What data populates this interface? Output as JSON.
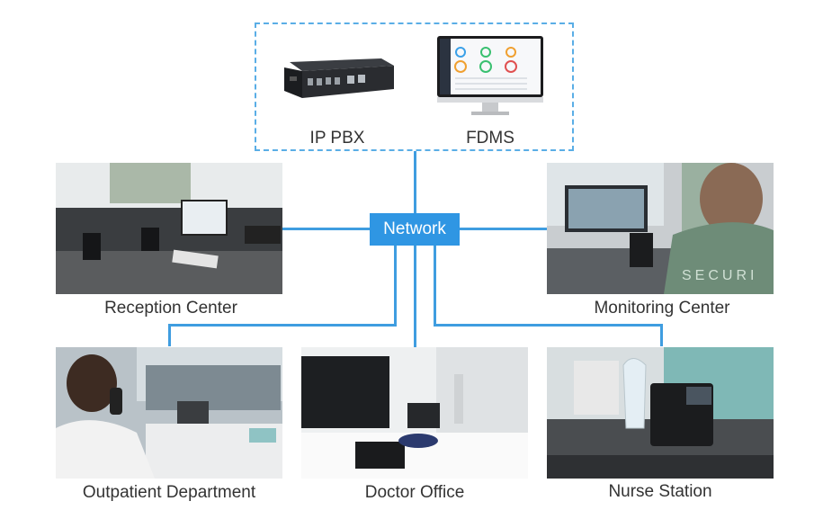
{
  "top_group": {
    "ip_pbx_label": "IP PBX",
    "fdms_label": "FDMS"
  },
  "network_label": "Network",
  "nodes": {
    "reception": "Reception Center",
    "monitoring": "Monitoring Center",
    "outpatient": "Outpatient Department",
    "doctor": "Doctor Office",
    "nurse": "Nurse Station"
  },
  "monitoring_shirt_text": "SECURI",
  "colors": {
    "network_fill": "#2f96e3",
    "connector_line": "#3f9de0",
    "dashed_border": "#5aaee6"
  }
}
